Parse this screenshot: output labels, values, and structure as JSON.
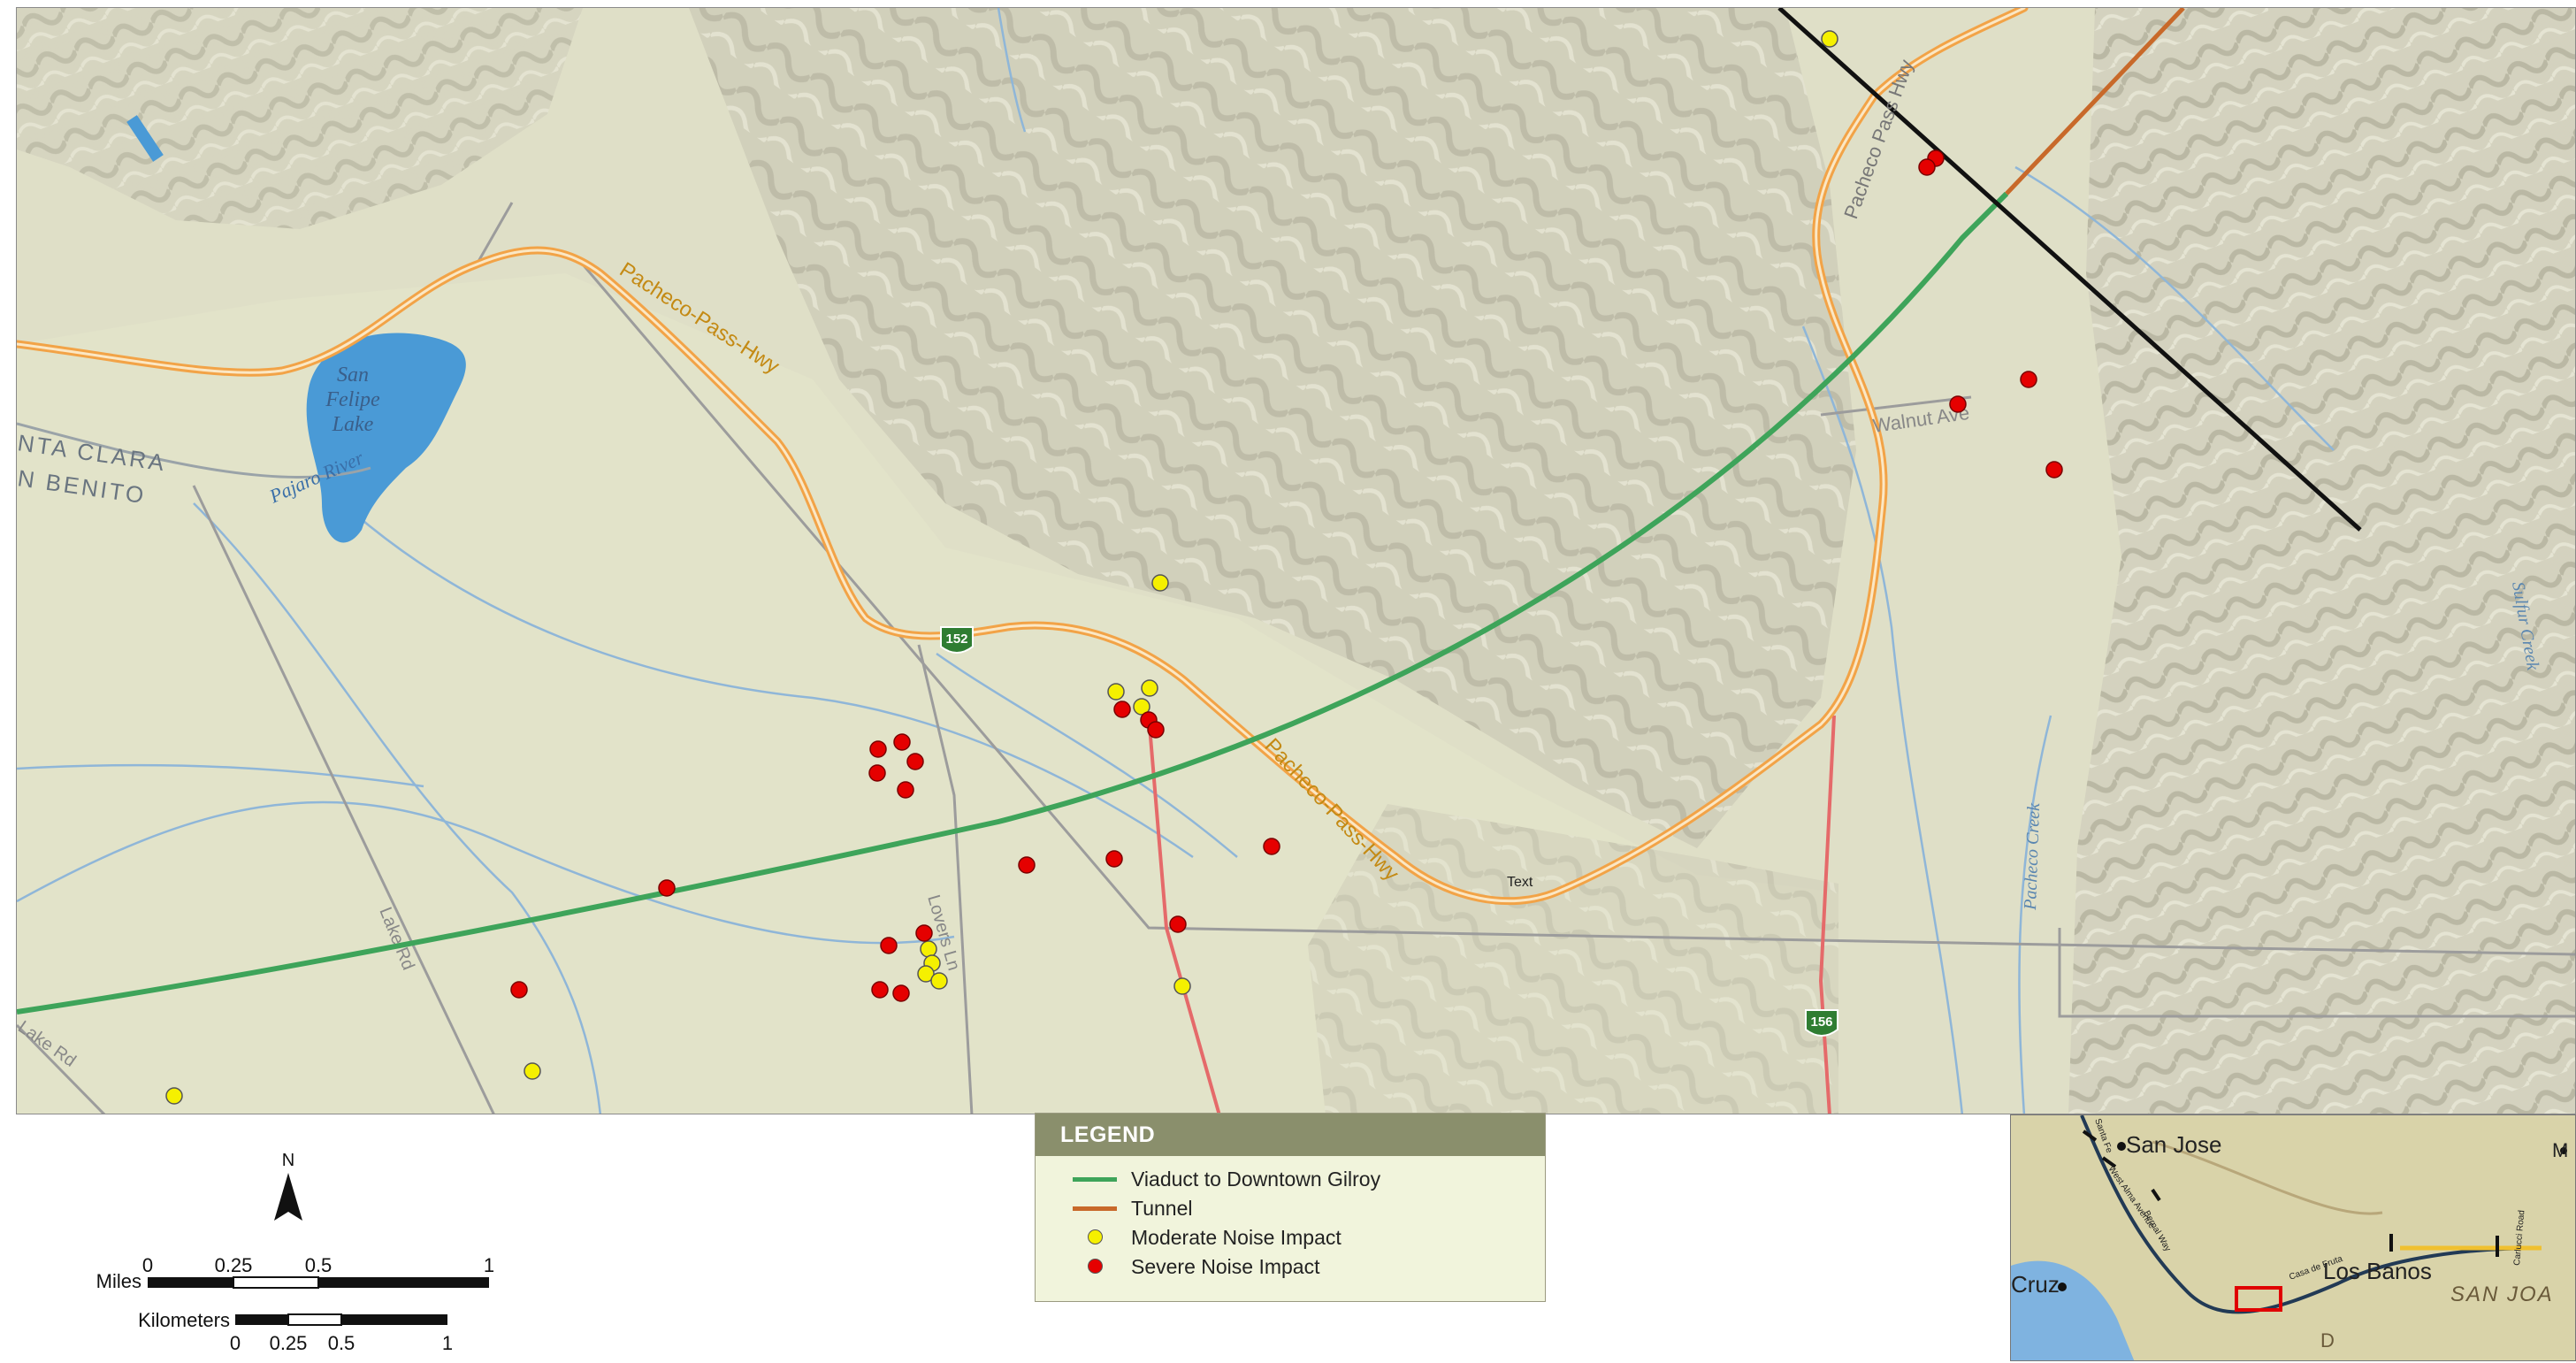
{
  "map": {
    "labels": {
      "pacheco_pass_hwy_1": "Pacheco-Pass-Hwy",
      "pacheco_pass_hwy_2": "Pacheco-Pass-Hwy",
      "pacheco_pass_hwy_3": "Pacheco Pass Hwy",
      "san_felipe_lake": [
        "San",
        "Felipe",
        "Lake"
      ],
      "pajaro_river": "Pajaro River",
      "county_1": "NTA CLARA",
      "county_2": "N BENITO",
      "walnut_ave": "Walnut Ave",
      "lake_rd_1": "Lake Rd",
      "lake_rd_2": "Lake Rd",
      "lovers_ln": "Lovers Ln",
      "pacheco_creek": "Pacheco Creek",
      "sulfur_creek": "Sulfur Creek",
      "text_placeholder": "Text",
      "shield_152": "152",
      "shield_156": "156"
    },
    "colors": {
      "terrain": "#dcdcc4",
      "water": "#4a9ad6",
      "highway": "#f2a347",
      "viaduct": "#3ea45a",
      "tunnel": "#c8692a",
      "moderate": "#f5f000",
      "severe": "#e50000",
      "shield": "#2f7d32"
    }
  },
  "legend": {
    "title": "LEGEND",
    "items": [
      {
        "label": "Viaduct to Downtown Gilroy",
        "symbol": "line",
        "color": "#3ea45a"
      },
      {
        "label": "Tunnel",
        "symbol": "line",
        "color": "#c8692a"
      },
      {
        "label": "Moderate Noise Impact",
        "symbol": "dot",
        "color": "#f5f000"
      },
      {
        "label": "Severe Noise Impact",
        "symbol": "dot",
        "color": "#e50000"
      }
    ]
  },
  "scale": {
    "north_label": "N",
    "miles_label": "Miles",
    "miles_ticks": [
      "0",
      "0.25",
      "0.5",
      "1"
    ],
    "km_label": "Kilometers",
    "km_ticks": [
      "0",
      "0.25",
      "0.5",
      "1"
    ]
  },
  "inset": {
    "labels": {
      "san_jose": "San Jose",
      "cruz": "Cruz",
      "los_banos": "Los Banos",
      "san_joa": "SAN JOA",
      "d": "D",
      "m": "M",
      "west_alma": "West Alma Avenue",
      "bernal": "Bernal Way",
      "carlucci": "Carlucci Road",
      "santa": "Santa Fe",
      "casa_de_fruta": "Casa de Fruta"
    }
  }
}
